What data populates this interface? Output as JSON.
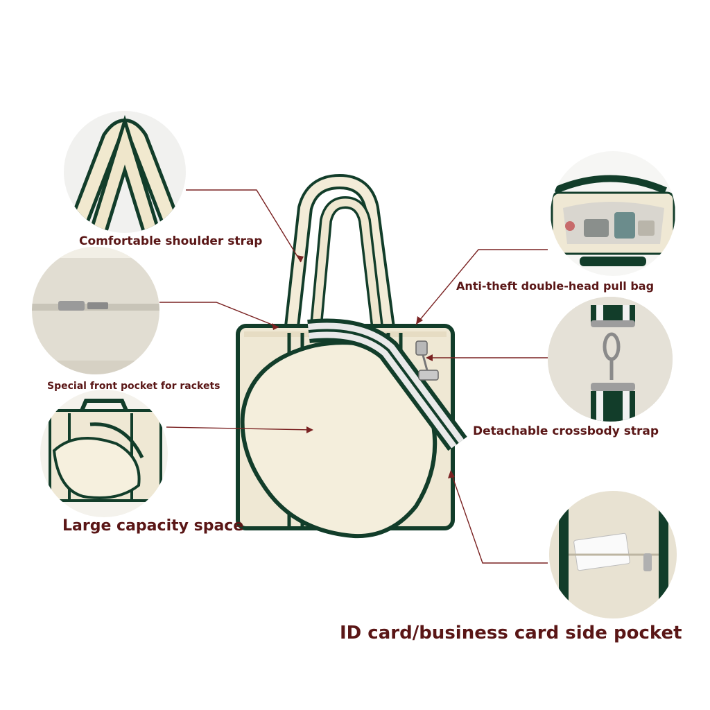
{
  "labels": {
    "shoulder_strap": "Comfortable shoulder strap",
    "front_pocket": "Special front pocket for rackets",
    "large_capacity": "Large capacity space",
    "anti_theft": "Anti-theft double-head pull bag",
    "crossbody": "Detachable crossbody strap",
    "id_pocket": "ID card/business card side pocket"
  },
  "colors": {
    "label_text": "#5a1616",
    "leader_line": "#7a2222",
    "bag_trim": "#123d2a",
    "bag_canvas": "#efe8d4"
  }
}
